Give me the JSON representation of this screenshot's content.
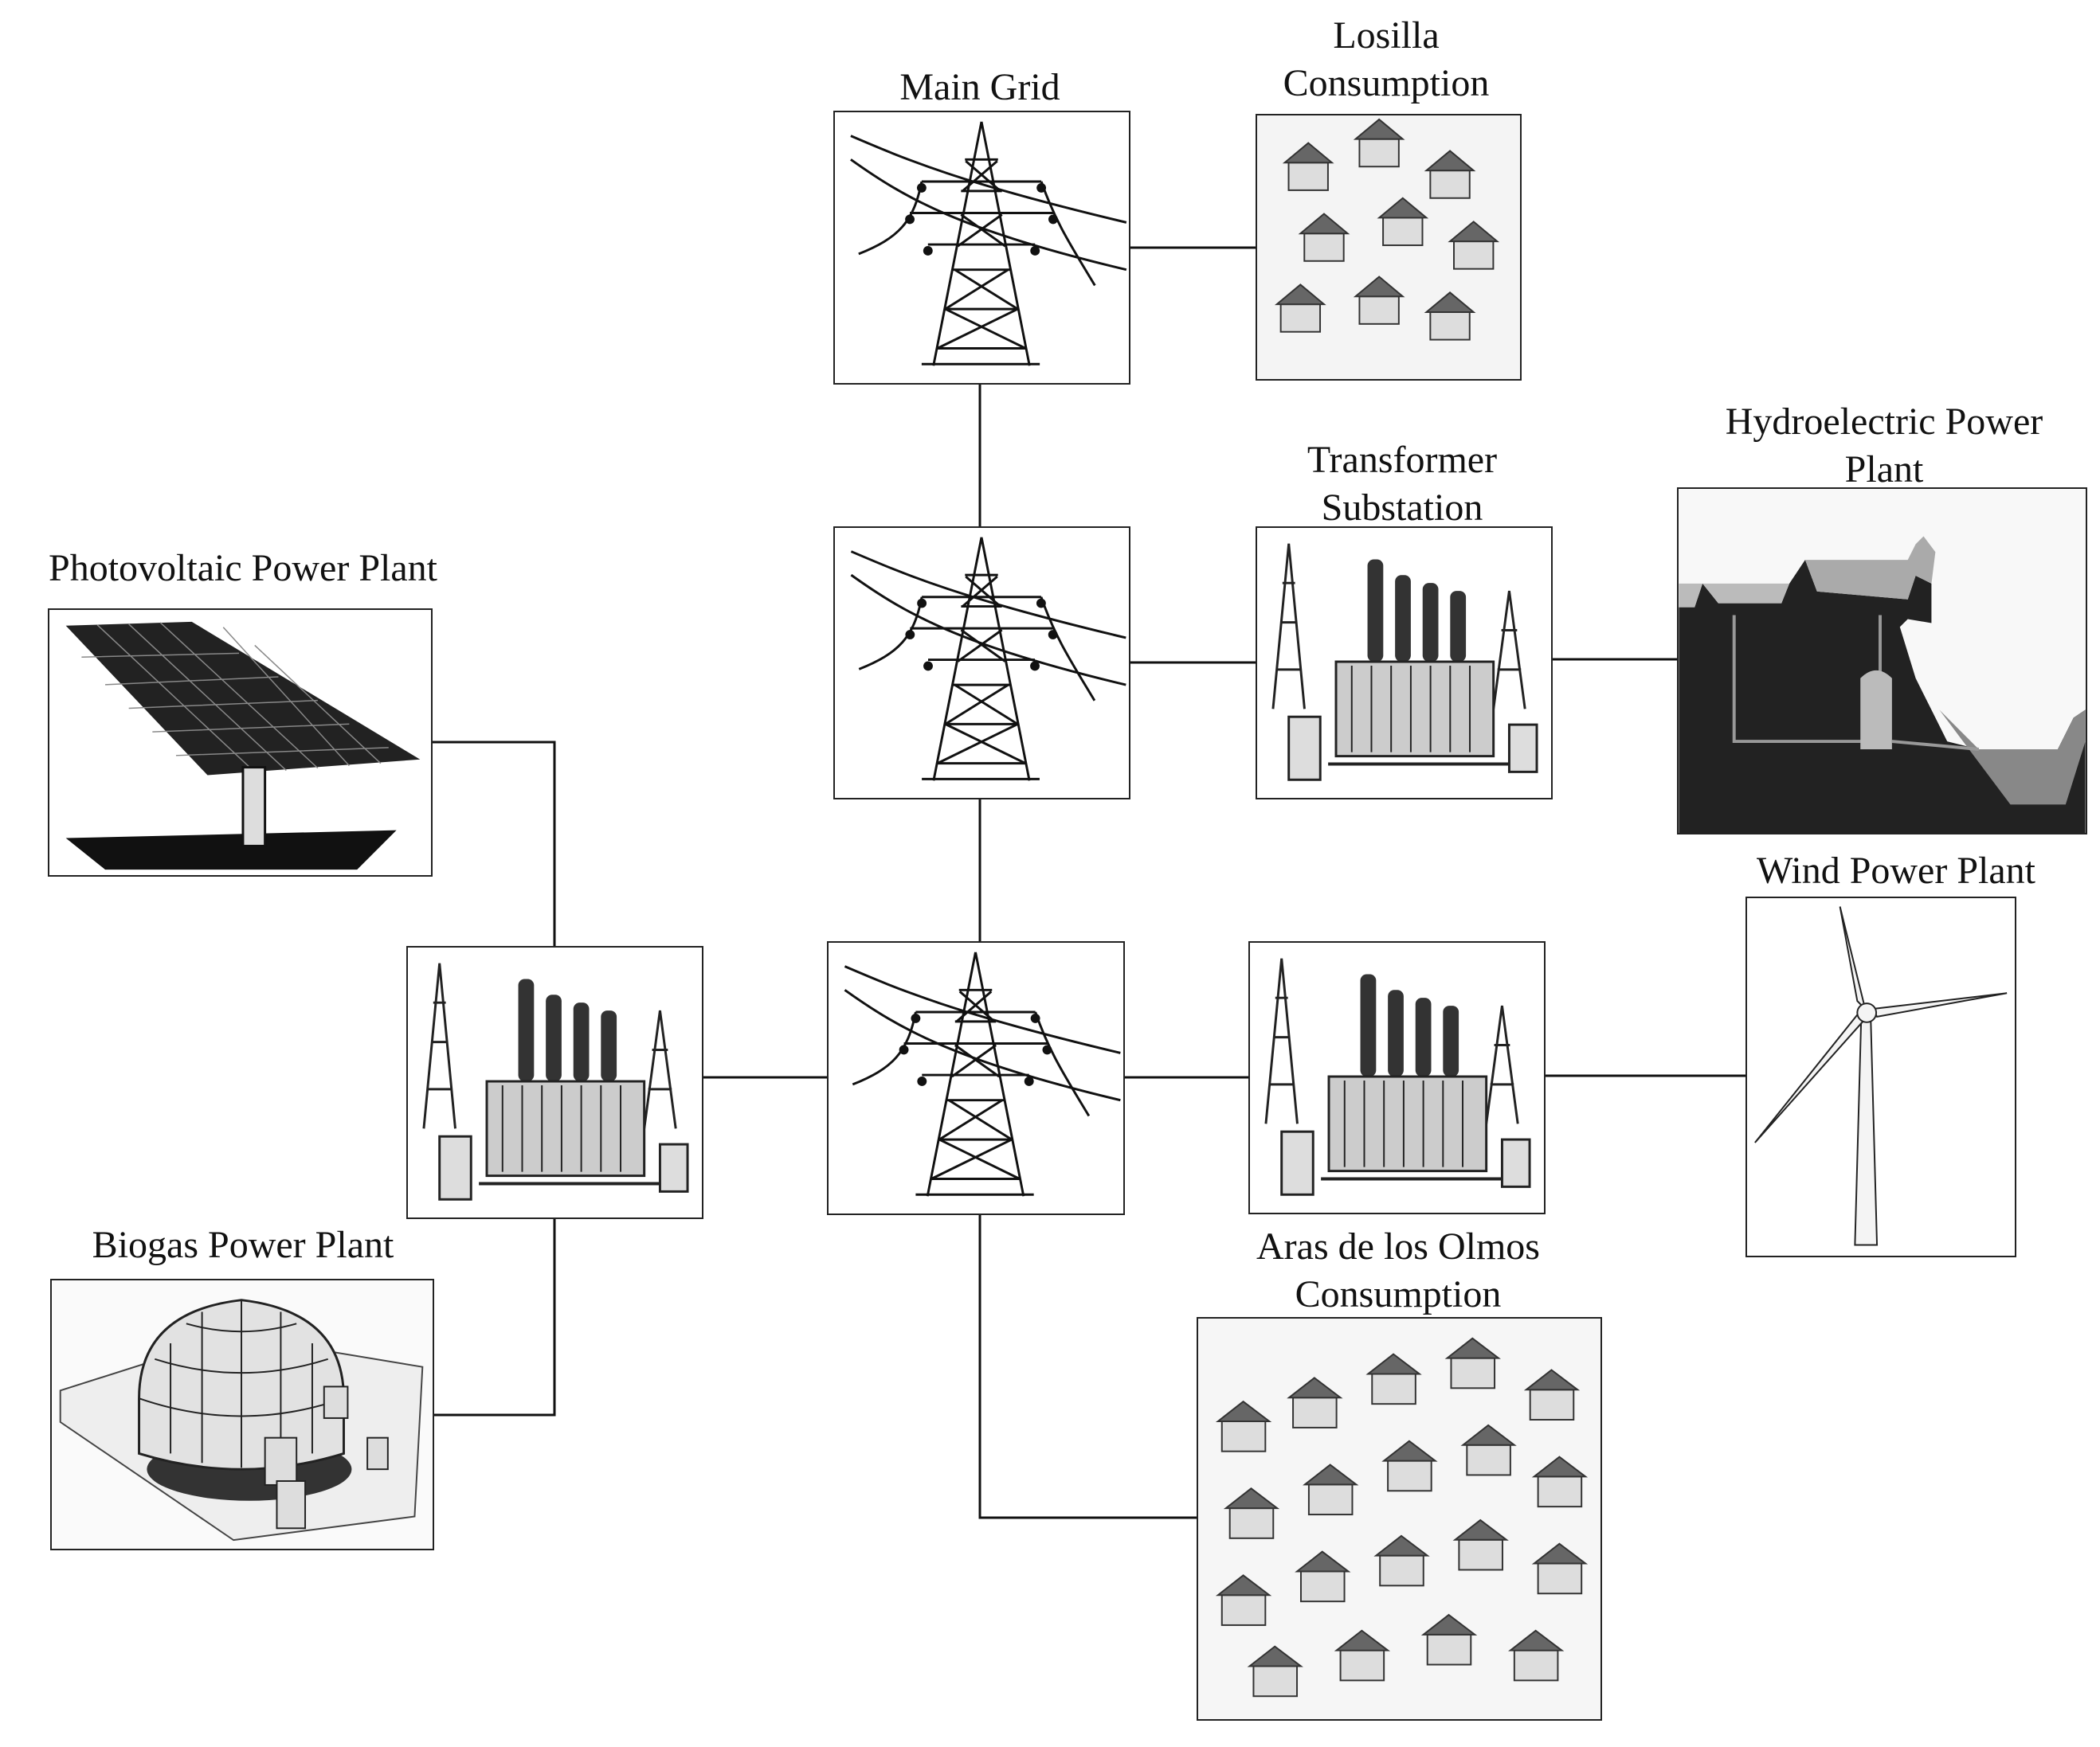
{
  "labels": {
    "main_grid": "Main Grid",
    "losilla_line1": "Losilla",
    "losilla_line2": "Consumption",
    "transformer_line1": "Transformer",
    "transformer_line2": "Substation",
    "hydro_line1": "Hydroelectric Power",
    "hydro_line2": "Plant",
    "photovoltaic": "Photovoltaic Power Plant",
    "wind": "Wind Power Plant",
    "biogas": "Biogas Power Plant",
    "aras_line1": "Aras de los Olmos",
    "aras_line2": "Consumption"
  },
  "nodes": [
    {
      "id": "main-grid-tower",
      "type": "pylon",
      "label": "Main Grid"
    },
    {
      "id": "losilla-consumption",
      "type": "houses",
      "label": "Losilla Consumption"
    },
    {
      "id": "middle-tower",
      "type": "pylon"
    },
    {
      "id": "transformer-substation",
      "type": "substation",
      "label": "Transformer Substation"
    },
    {
      "id": "hydroelectric-plant",
      "type": "hydro",
      "label": "Hydroelectric Power Plant"
    },
    {
      "id": "photovoltaic-plant",
      "type": "solar",
      "label": "Photovoltaic Power Plant"
    },
    {
      "id": "left-substation",
      "type": "substation"
    },
    {
      "id": "central-tower",
      "type": "pylon"
    },
    {
      "id": "right-substation",
      "type": "substation"
    },
    {
      "id": "wind-plant",
      "type": "wind",
      "label": "Wind Power Plant"
    },
    {
      "id": "biogas-plant",
      "type": "biogas",
      "label": "Biogas Power Plant"
    },
    {
      "id": "aras-consumption",
      "type": "houses",
      "label": "Aras de los Olmos Consumption"
    }
  ],
  "edges": [
    [
      "main-grid-tower",
      "losilla-consumption"
    ],
    [
      "main-grid-tower",
      "middle-tower"
    ],
    [
      "middle-tower",
      "transformer-substation"
    ],
    [
      "transformer-substation",
      "hydroelectric-plant"
    ],
    [
      "middle-tower",
      "central-tower"
    ],
    [
      "photovoltaic-plant",
      "left-substation"
    ],
    [
      "left-substation",
      "central-tower"
    ],
    [
      "biogas-plant",
      "left-substation"
    ],
    [
      "central-tower",
      "right-substation"
    ],
    [
      "right-substation",
      "wind-plant"
    ],
    [
      "central-tower",
      "aras-consumption"
    ]
  ],
  "colors": {
    "line": "#111111",
    "box_border": "#222222",
    "hydro_dark": "#222222",
    "hydro_light": "#c8c8c8"
  }
}
